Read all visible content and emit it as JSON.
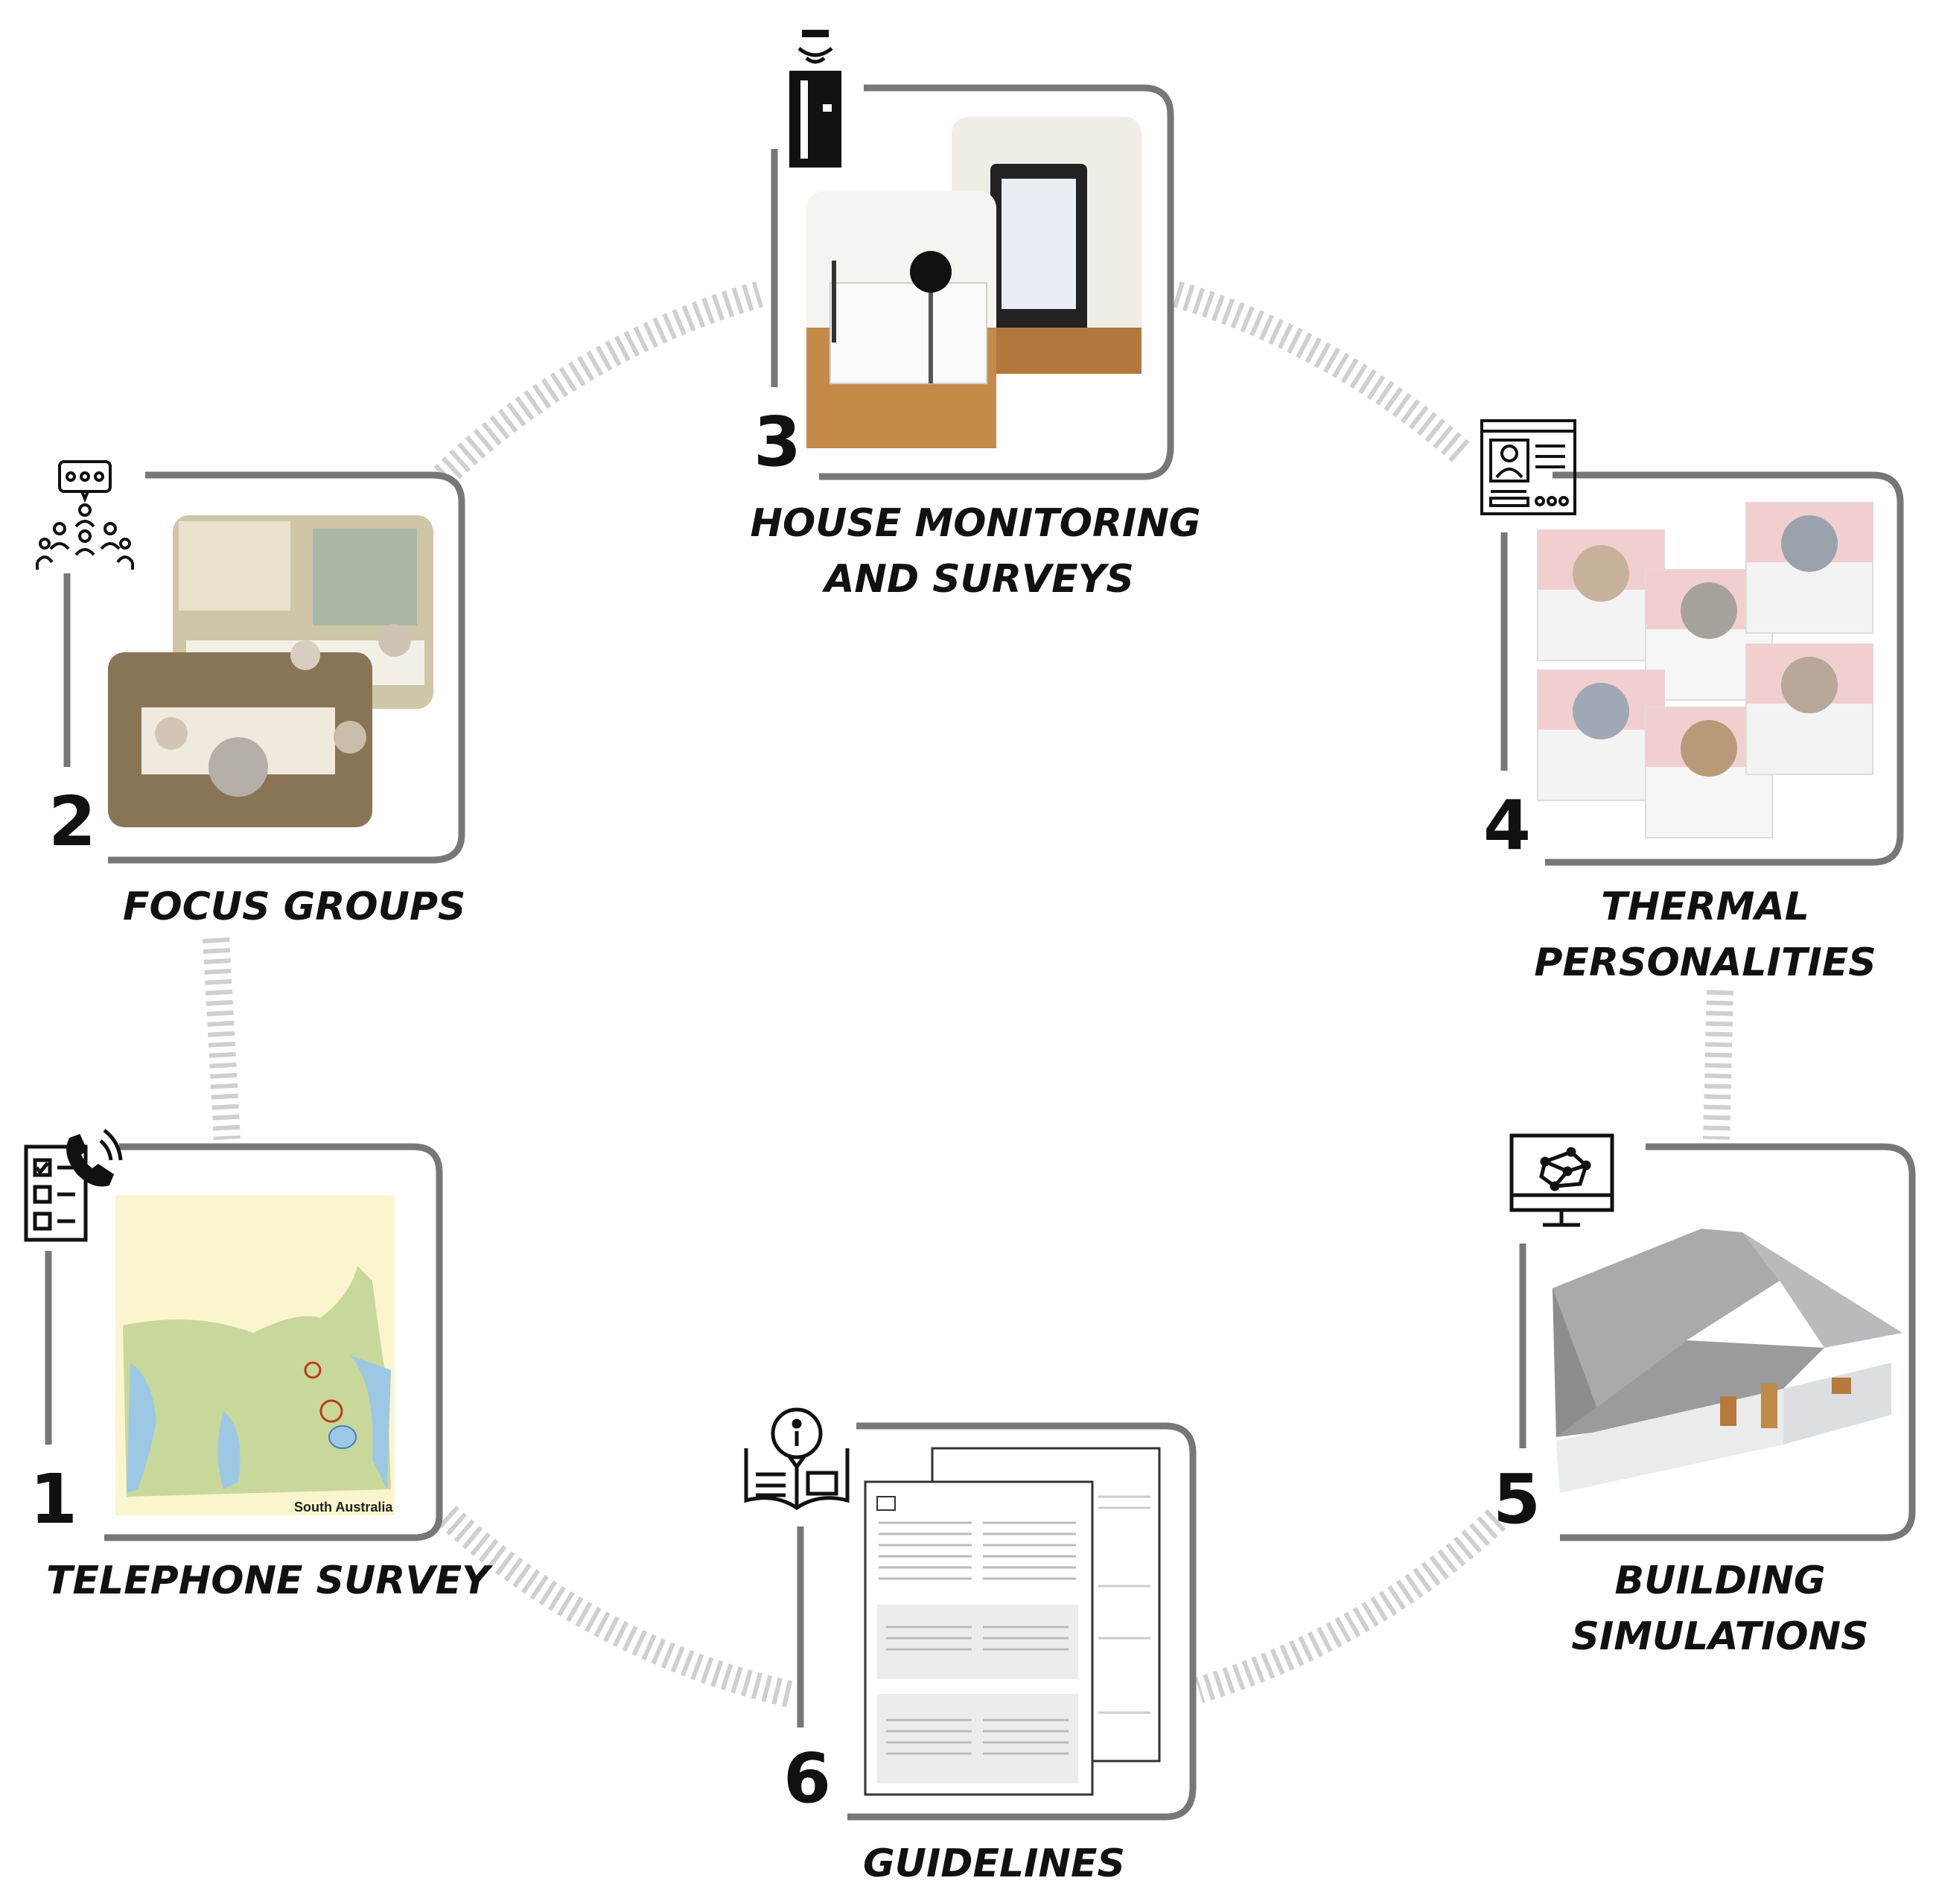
{
  "stages": [
    {
      "number": "1",
      "label_lines": [
        "TELEPHONE SURVEY"
      ],
      "icon": "telephone-survey-icon"
    },
    {
      "number": "2",
      "label_lines": [
        "FOCUS GROUPS"
      ],
      "icon": "focus-group-icon"
    },
    {
      "number": "3",
      "label_lines": [
        "HOUSE MONITORING",
        "AND SURVEYS"
      ],
      "icon": "sensor-device-icon"
    },
    {
      "number": "4",
      "label_lines": [
        "THERMAL",
        "PERSONALITIES"
      ],
      "icon": "profile-card-icon"
    },
    {
      "number": "5",
      "label_lines": [
        "BUILDING",
        "SIMULATIONS"
      ],
      "icon": "monitor-3d-model-icon"
    },
    {
      "number": "6",
      "label_lines": [
        "GUIDELINES"
      ],
      "icon": "info-book-icon"
    }
  ],
  "map": {
    "region_label": "South Australia"
  },
  "colors": {
    "frame": "#777777",
    "connector": "#cfcfcf",
    "text": "#111111"
  }
}
